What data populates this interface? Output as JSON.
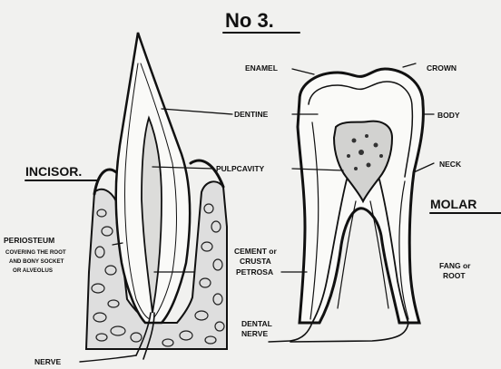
{
  "title": "No 3.",
  "incisor": {
    "heading": "INCISOR.",
    "periosteum_title": "PERIOSTEUM",
    "periosteum_line1": "COVERING THE ROOT",
    "periosteum_line2": "AND BONY SOCKET",
    "periosteum_line3": "OR ALVEOLUS",
    "nerve": "NERVE"
  },
  "center_labels": {
    "dentine": "DENTINE",
    "pulp_cavity": "PULPCAVITY",
    "cement_line1": "CEMENT or",
    "cement_line2": "CRUSTA",
    "cement_line3": "PETROSA",
    "dental_nerve_line1": "DENTAL",
    "dental_nerve_line2": "NERVE"
  },
  "molar": {
    "heading": "MOLAR",
    "enamel": "ENAMEL",
    "crown": "CROWN",
    "body": "BODY",
    "neck": "NECK",
    "fang_line1": "FANG or",
    "fang_line2": "ROOT"
  },
  "colors": {
    "ink": "#111111",
    "paper": "#f1f1ef"
  },
  "icons": [
    "incisor-tooth-drawing",
    "molar-tooth-drawing"
  ]
}
